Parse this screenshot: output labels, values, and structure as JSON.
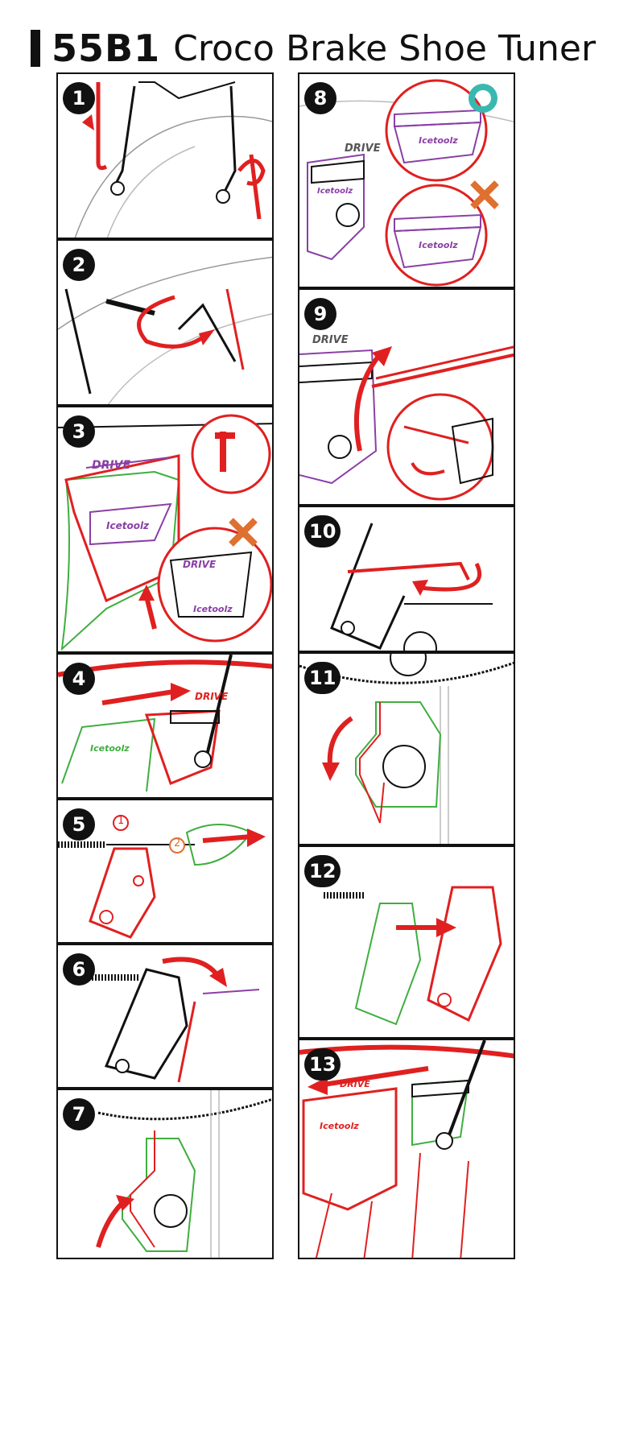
{
  "header": {
    "code": "55B1",
    "name": "Croco Brake Shoe Tuner"
  },
  "labels": {
    "drive": "DRIVE",
    "brand": "Icetoolz",
    "step_a": "1",
    "step_b": "2"
  },
  "steps": [
    "1",
    "2",
    "3",
    "4",
    "5",
    "6",
    "7",
    "8",
    "9",
    "10",
    "11",
    "12",
    "13"
  ],
  "colors": {
    "red": "#e02020",
    "green": "#3fae3f",
    "purple": "#8a3fa6",
    "black": "#111111",
    "teal": "#3ab8b0",
    "orange": "#e07030",
    "gray": "#9a9a9a"
  }
}
